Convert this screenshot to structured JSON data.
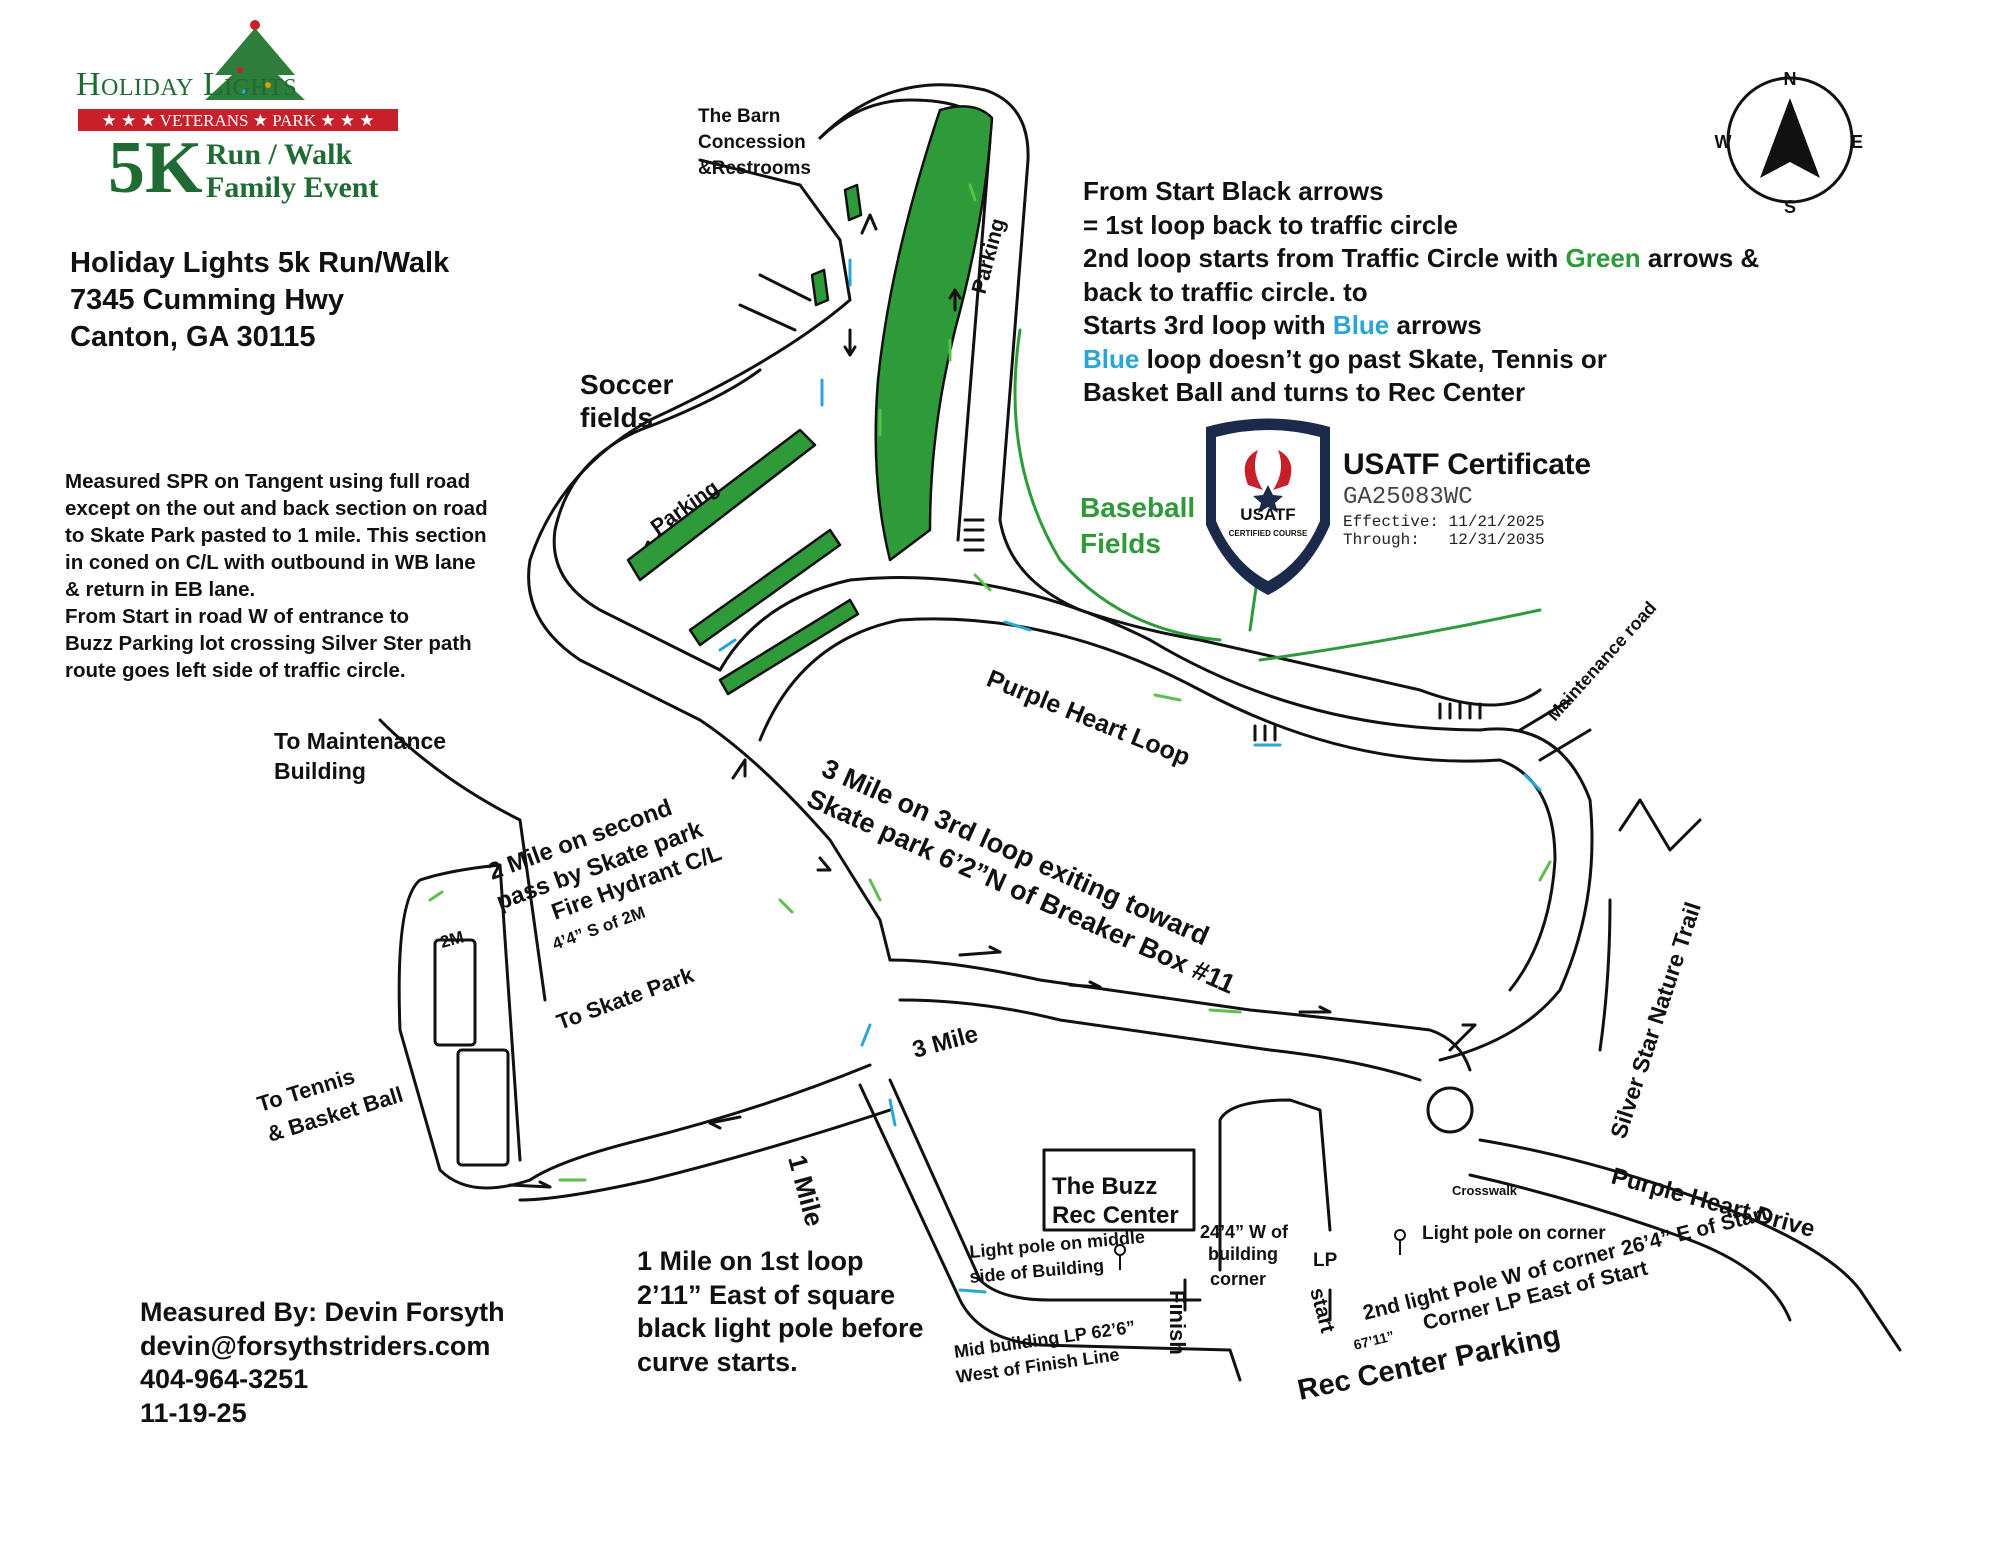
{
  "logo": {
    "line1": "Holiday Lights",
    "banner": "★ ★ ★ VETERANS ★ PARK ★ ★ ★",
    "big": "5K",
    "line2": "Run / Walk",
    "line3": "Family Event"
  },
  "address": {
    "line1": "Holiday Lights 5k Run/Walk",
    "line2": "7345 Cumming Hwy",
    "line3": "Canton, GA 30115"
  },
  "notes": [
    "Measured SPR on Tangent using full road",
    "except on the out and back section on road",
    "to Skate Park pasted to 1 mile. This section",
    "in coned on C/L with outbound in WB lane",
    "& return in EB lane.",
    "From Start in road W of entrance to",
    "Buzz Parking lot crossing Silver Ster path",
    "route goes left side of traffic circle."
  ],
  "legend": {
    "l1": "From Start Black arrows",
    "l2": "= 1st loop back to traffic circle",
    "l3a": "2nd loop starts from Traffic Circle with ",
    "l3b": "Green",
    "l3c": " arrows &",
    "l4": "back to traffic circle. to",
    "l5a": "Starts 3rd loop with ",
    "l5b": "Blue",
    "l5c": " arrows",
    "l6a": "Blue",
    "l6b": " loop doesn’t go past Skate, Tennis or",
    "l7": "Basket Ball and turns to Rec Center"
  },
  "compass": {
    "n": "N",
    "s": "S",
    "e": "E",
    "w": "W"
  },
  "certificate": {
    "title": "USATF Certificate",
    "code": "GA25083WC",
    "eff_label": "Effective:",
    "eff_value": "11/21/2025",
    "thr_label": "Through:",
    "thr_value": "12/31/2035",
    "badge": "USATF",
    "badge_sub": "CERTIFIED COURSE"
  },
  "labels": {
    "barn": [
      "The Barn",
      "Concession",
      "&Restrooms"
    ],
    "soccer": [
      "Soccer",
      "fields"
    ],
    "parking": "Parking",
    "baseball": [
      "Baseball",
      "Fields"
    ],
    "maintenance_road": "Maintenance road",
    "purple_heart_loop": "Purple Heart Loop",
    "three_mile_note": [
      "3 Mile on 3rd loop exiting toward",
      "Skate park 6’2”N of Breaker Box #11"
    ],
    "to_maintenance": [
      "To Maintenance",
      "Building"
    ],
    "two_mile_note": [
      "2 Mile on second",
      "pass by Skate park"
    ],
    "fire_hydrant": "Fire Hydrant C/L",
    "four_four": "4’4” S of 2M",
    "two_m": "2M",
    "to_skate": "To Skate Park",
    "to_tennis": [
      "To Tennis",
      "& Basket Ball"
    ],
    "three_mile": "3 Mile",
    "one_mile": "1 Mile",
    "silver_star": "Silver Star Nature Trail",
    "buzz": [
      "The Buzz",
      "Rec Center"
    ],
    "light_pole_middle": [
      "Light pole on middle",
      "side of Building"
    ],
    "twentyfour": [
      "24’4” W of",
      "building",
      "corner"
    ],
    "lp": "LP",
    "light_pole_corner": "Light pole on corner",
    "crosswalk": "Crosswalk",
    "purple_heart_drive": "Purple Heart Drive",
    "start": "start",
    "second_pole": "2nd light Pole W of corner 26’4” E of Start",
    "corner_lp": "Corner LP East of Start",
    "sixty_seven": "67’11”",
    "mid_building": [
      "Mid building LP 62’6”",
      "West of Finish Line"
    ],
    "finish": "Finish",
    "rec_parking": "Rec Center Parking"
  },
  "mile1_note": [
    "1 Mile on 1st loop",
    "2’11” East of square",
    "black light pole before",
    "curve starts."
  ],
  "measured": {
    "l1": "Measured By: Devin Forsyth",
    "l2": "devin@forsythstriders.com",
    "l3": "404-964-3251",
    "l4": "11-19-25"
  },
  "colors": {
    "green": "#2e9a3a",
    "blue": "#2aa6d6",
    "logo_red": "#c8202a",
    "logo_green": "#1f6b33",
    "shield_navy": "#1b2a4a"
  }
}
